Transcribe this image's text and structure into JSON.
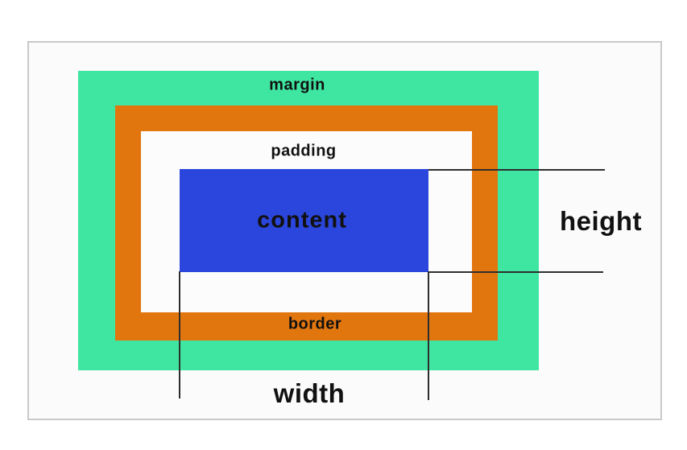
{
  "box_model": {
    "labels": {
      "margin": "margin",
      "padding": "padding",
      "content": "content",
      "border": "border",
      "height": "height",
      "width": "width"
    },
    "colors": {
      "margin": "#3fe6a1",
      "border": "#e2760e",
      "padding": "#fcfcfc",
      "content": "#2b46dc",
      "frame_background": "#fbfbfb",
      "frame_border": "#c9c9c9",
      "measure_line": "#2e2e2e",
      "label_text": "#111111"
    }
  }
}
